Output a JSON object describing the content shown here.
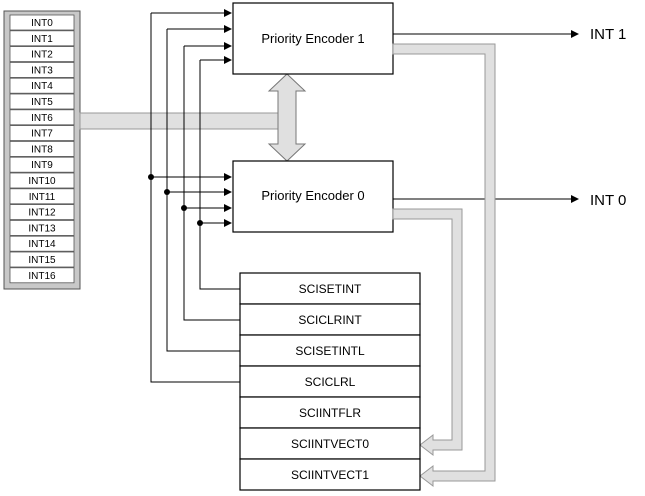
{
  "interrupt_lines": [
    "INT0",
    "INT1",
    "INT2",
    "INT3",
    "INT4",
    "INT5",
    "INT6",
    "INT7",
    "INT8",
    "INT9",
    "INT10",
    "INT11",
    "INT12",
    "INT13",
    "INT14",
    "INT15",
    "INT16"
  ],
  "encoders": {
    "encoder1": "Priority Encoder 1",
    "encoder0": "Priority Encoder 0"
  },
  "outputs": {
    "int1": "INT 1",
    "int0": "INT 0"
  },
  "registers": [
    "SCISETINT",
    "SCICLRINT",
    "SCISETINTL",
    "SCICLRL",
    "SCIINTFLR",
    "SCIINTVECT0",
    "SCIINTVECT1"
  ],
  "colors": {
    "bus_fill": "#e0e0e0",
    "panel_fill": "#c8c8c8",
    "line": "#000000"
  }
}
